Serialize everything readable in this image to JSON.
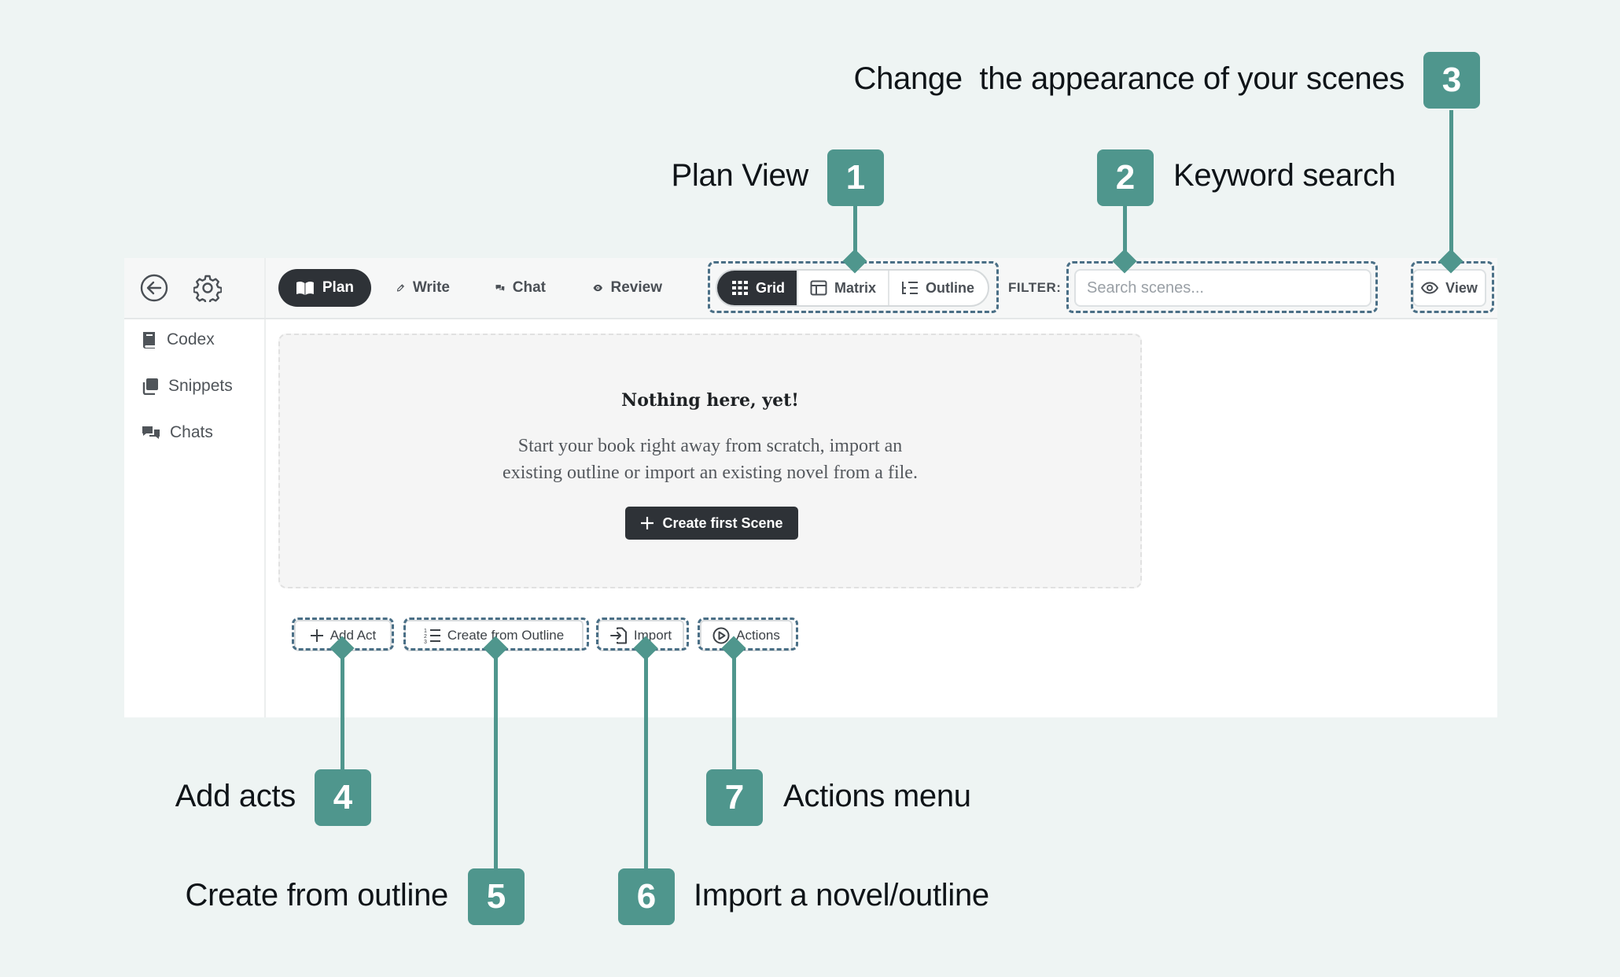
{
  "colors": {
    "callout_teal": "#4f968d",
    "dashed_outline": "#4a6f86",
    "active_dark": "#2e3237",
    "background": "#eef4f3"
  },
  "topbar": {
    "back_icon": "arrow-left-circle-icon",
    "settings_icon": "gear-icon",
    "nav": [
      {
        "label": "Plan",
        "icon": "book-open-icon",
        "active": true
      },
      {
        "label": "Write",
        "icon": "pencil-icon",
        "active": false
      },
      {
        "label": "Chat",
        "icon": "chat-bubbles-icon",
        "active": false
      },
      {
        "label": "Review",
        "icon": "eye-icon",
        "active": false
      }
    ],
    "view_modes": [
      {
        "label": "Grid",
        "icon": "grid-icon",
        "active": true
      },
      {
        "label": "Matrix",
        "icon": "matrix-icon",
        "active": false
      },
      {
        "label": "Outline",
        "icon": "outline-list-icon",
        "active": false
      }
    ],
    "filter_label": "FILTER:",
    "search_placeholder": "Search scenes...",
    "view_label": "View"
  },
  "sidebar": {
    "items": [
      {
        "label": "Codex",
        "icon": "book-icon"
      },
      {
        "label": "Snippets",
        "icon": "snippets-icon"
      },
      {
        "label": "Chats",
        "icon": "chat-bubbles-icon"
      }
    ]
  },
  "empty_state": {
    "title": "Nothing here, yet!",
    "line1": "Start your book right away from scratch, import an",
    "line2": "existing outline or import an existing novel from a file.",
    "button_label": "Create first Scene"
  },
  "bottom_actions": [
    {
      "label": "Add Act",
      "icon": "plus-icon"
    },
    {
      "label": "Create from Outline",
      "icon": "numbered-list-icon"
    },
    {
      "label": "Import",
      "icon": "import-file-icon"
    },
    {
      "label": "Actions",
      "icon": "play-circle-icon"
    }
  ],
  "callouts": [
    {
      "number": "1",
      "text": "Plan View"
    },
    {
      "number": "2",
      "text": "Keyword search"
    },
    {
      "number": "3",
      "text": "Change  the appearance of your scenes"
    },
    {
      "number": "4",
      "text": "Add acts"
    },
    {
      "number": "5",
      "text": "Create from outline"
    },
    {
      "number": "6",
      "text": "Import a novel/outline"
    },
    {
      "number": "7",
      "text": "Actions menu"
    }
  ]
}
